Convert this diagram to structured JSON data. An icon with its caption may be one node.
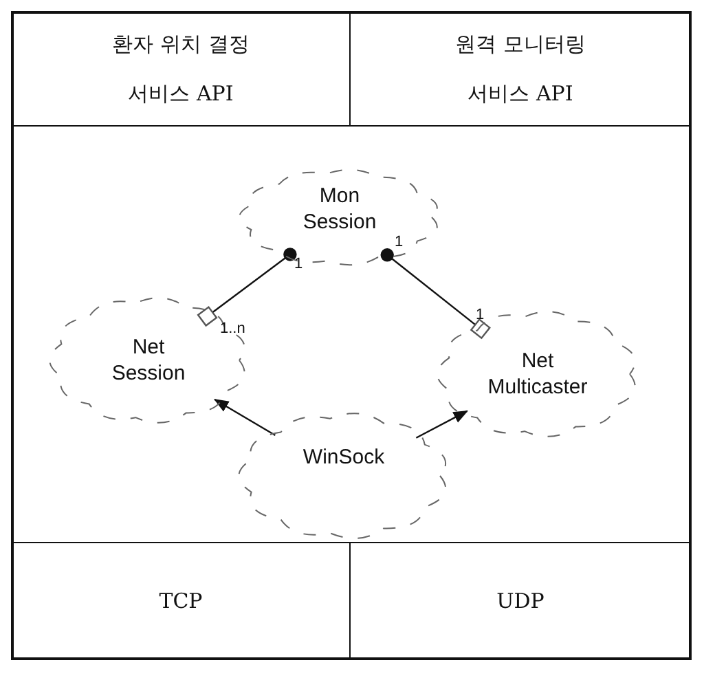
{
  "diagram": {
    "nodes": [
      {
        "text": [
          "환자 위치 결정 서비스 API"
        ]
      },
      {
        "text": [
          "원격 모니터링 서비스 API"
        ]
      },
      {
        "text": [
          "Mon Session"
        ]
      },
      {
        "text": [
          "Net Session"
        ]
      },
      {
        "text": [
          "Net Multicaster"
        ]
      },
      {
        "text": [
          "WinSock"
        ]
      },
      {
        "text": [
          "TCP"
        ]
      },
      {
        "text": [
          "UDP"
        ]
      }
    ],
    "edges": [
      {
        "from": 3,
        "to": 2,
        "arrow": "other"
      },
      {
        "from": 4,
        "to": 2,
        "arrow": "other"
      },
      {
        "from": 5,
        "to": 3,
        "arrow": "to"
      },
      {
        "from": 5,
        "to": 4,
        "arrow": "to"
      }
    ],
    "labels": [
      "1",
      "1",
      "1",
      "1..n"
    ]
  }
}
